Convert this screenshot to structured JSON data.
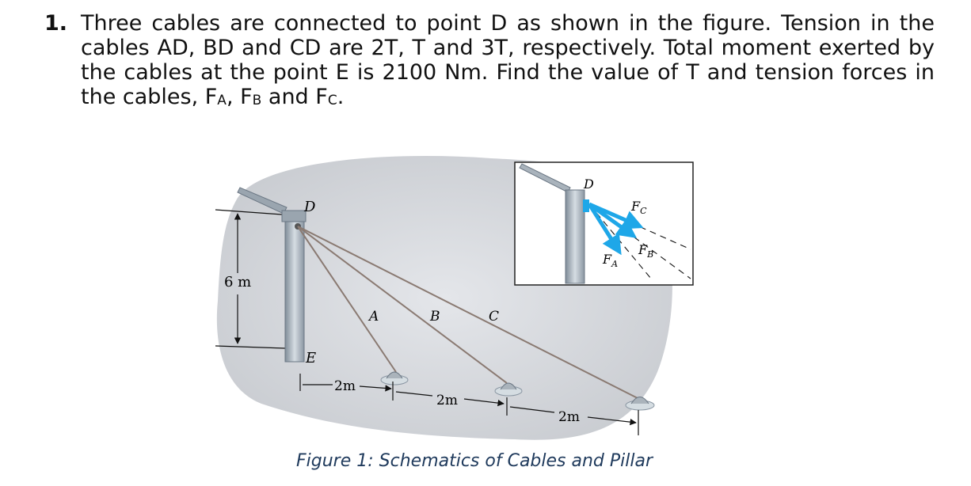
{
  "problem": {
    "number": "1.",
    "text": "Three cables are connected to point D as shown in the figure. Tension in the cables AD, BD and CD are 2T, T and 3T, respectively. Total moment exerted by the cables at the point E is 2100 Nm. Find the value of T and tension forces in the cables, F",
    "sub_a": "A",
    "sep1": ", F",
    "sub_b": "B",
    "sep2": " and F",
    "sub_c": "C",
    "end": "."
  },
  "figure": {
    "label_d": "D",
    "label_e": "E",
    "label_a": "A",
    "label_b": "B",
    "label_c": "C",
    "height_label": "6 m",
    "dim_1": "2m",
    "dim_2": "2m",
    "dim_3": "2m",
    "inset": {
      "label_d": "D",
      "force_c": "F",
      "force_c_sub": "C",
      "force_b": "F",
      "force_b_sub": "B",
      "force_a": "F",
      "force_a_sub": "A"
    },
    "caption": "Figure 1: Schematics of Cables and Pillar"
  }
}
